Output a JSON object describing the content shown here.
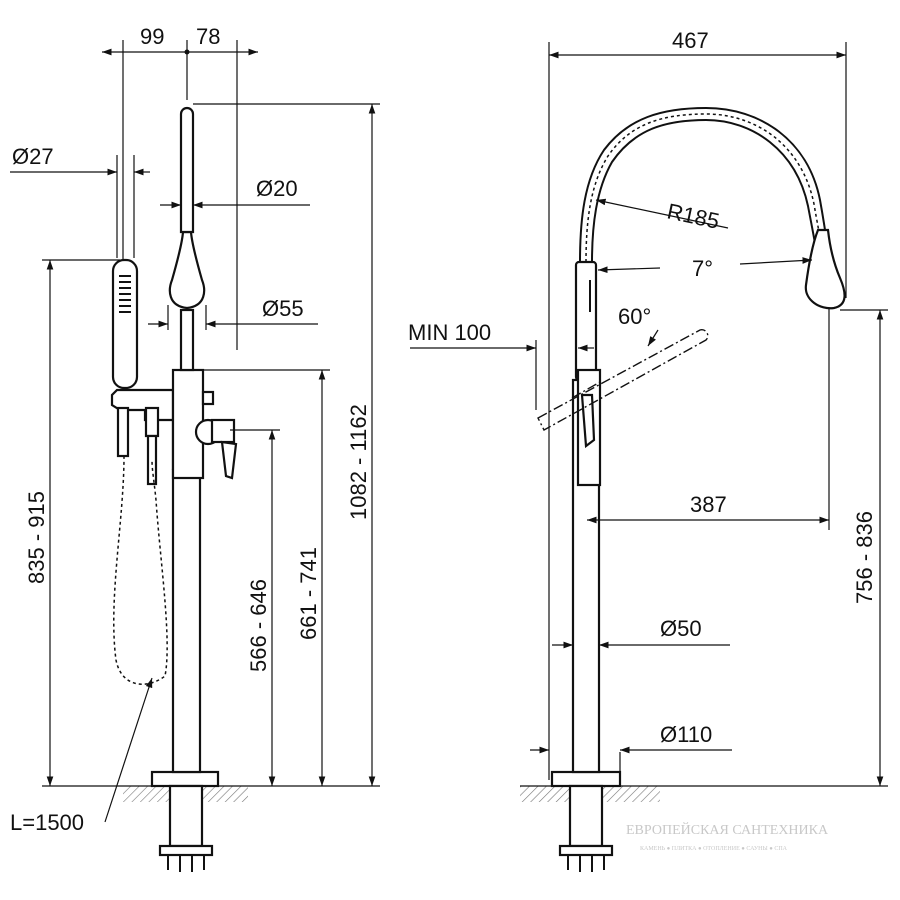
{
  "watermark": {
    "title": "ЕВРОПЕЙСКАЯ САНТЕХНИКА",
    "subtitle": "КАМЕНЬ ● ПЛИТКА ● ОТОПЛЕНИЕ ● САУНЫ ● СПА"
  },
  "left_view": {
    "dim_99": "99",
    "dim_78": "78",
    "dim_d27": "Ø27",
    "dim_d20": "Ø20",
    "dim_d55": "Ø55",
    "dim_835_915": "835 - 915",
    "dim_566_646": "566 - 646",
    "dim_661_741": "661 - 741",
    "dim_1082_1162": "1082 - 1162",
    "hose_length": "L=1500"
  },
  "right_view": {
    "dim_467": "467",
    "dim_r185": "R185",
    "dim_7deg": "7°",
    "dim_60deg": "60°",
    "dim_min100": "MIN 100",
    "dim_387": "387",
    "dim_756_836": "756 - 836",
    "dim_d50": "Ø50",
    "dim_d110": "Ø110"
  }
}
